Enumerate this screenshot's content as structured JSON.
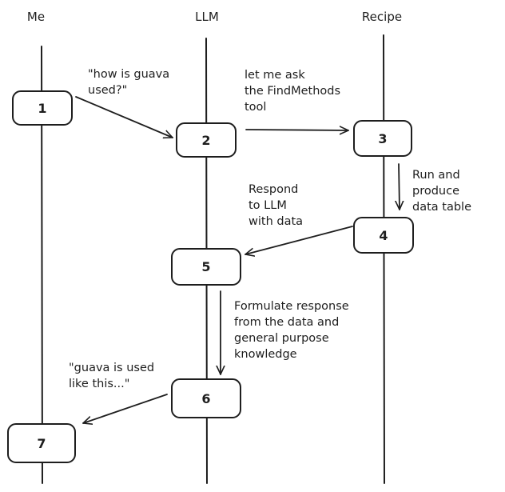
{
  "lanes": {
    "me": "Me",
    "llm": "LLM",
    "recipe": "Recipe"
  },
  "nodes": [
    "1",
    "2",
    "3",
    "4",
    "5",
    "6",
    "7"
  ],
  "notes": {
    "question": [
      "\"how is guava",
      "used?\""
    ],
    "ask_tool": [
      "let me ask",
      "the FindMethods",
      "tool"
    ],
    "run": [
      "Run and",
      "produce",
      "data table"
    ],
    "respond": [
      "Respond",
      "to LLM",
      "with data"
    ],
    "formulate": [
      "Formulate response",
      "from the data and",
      "general purpose",
      "knowledge"
    ],
    "answer": [
      "\"guava is used",
      "like this...\""
    ]
  }
}
